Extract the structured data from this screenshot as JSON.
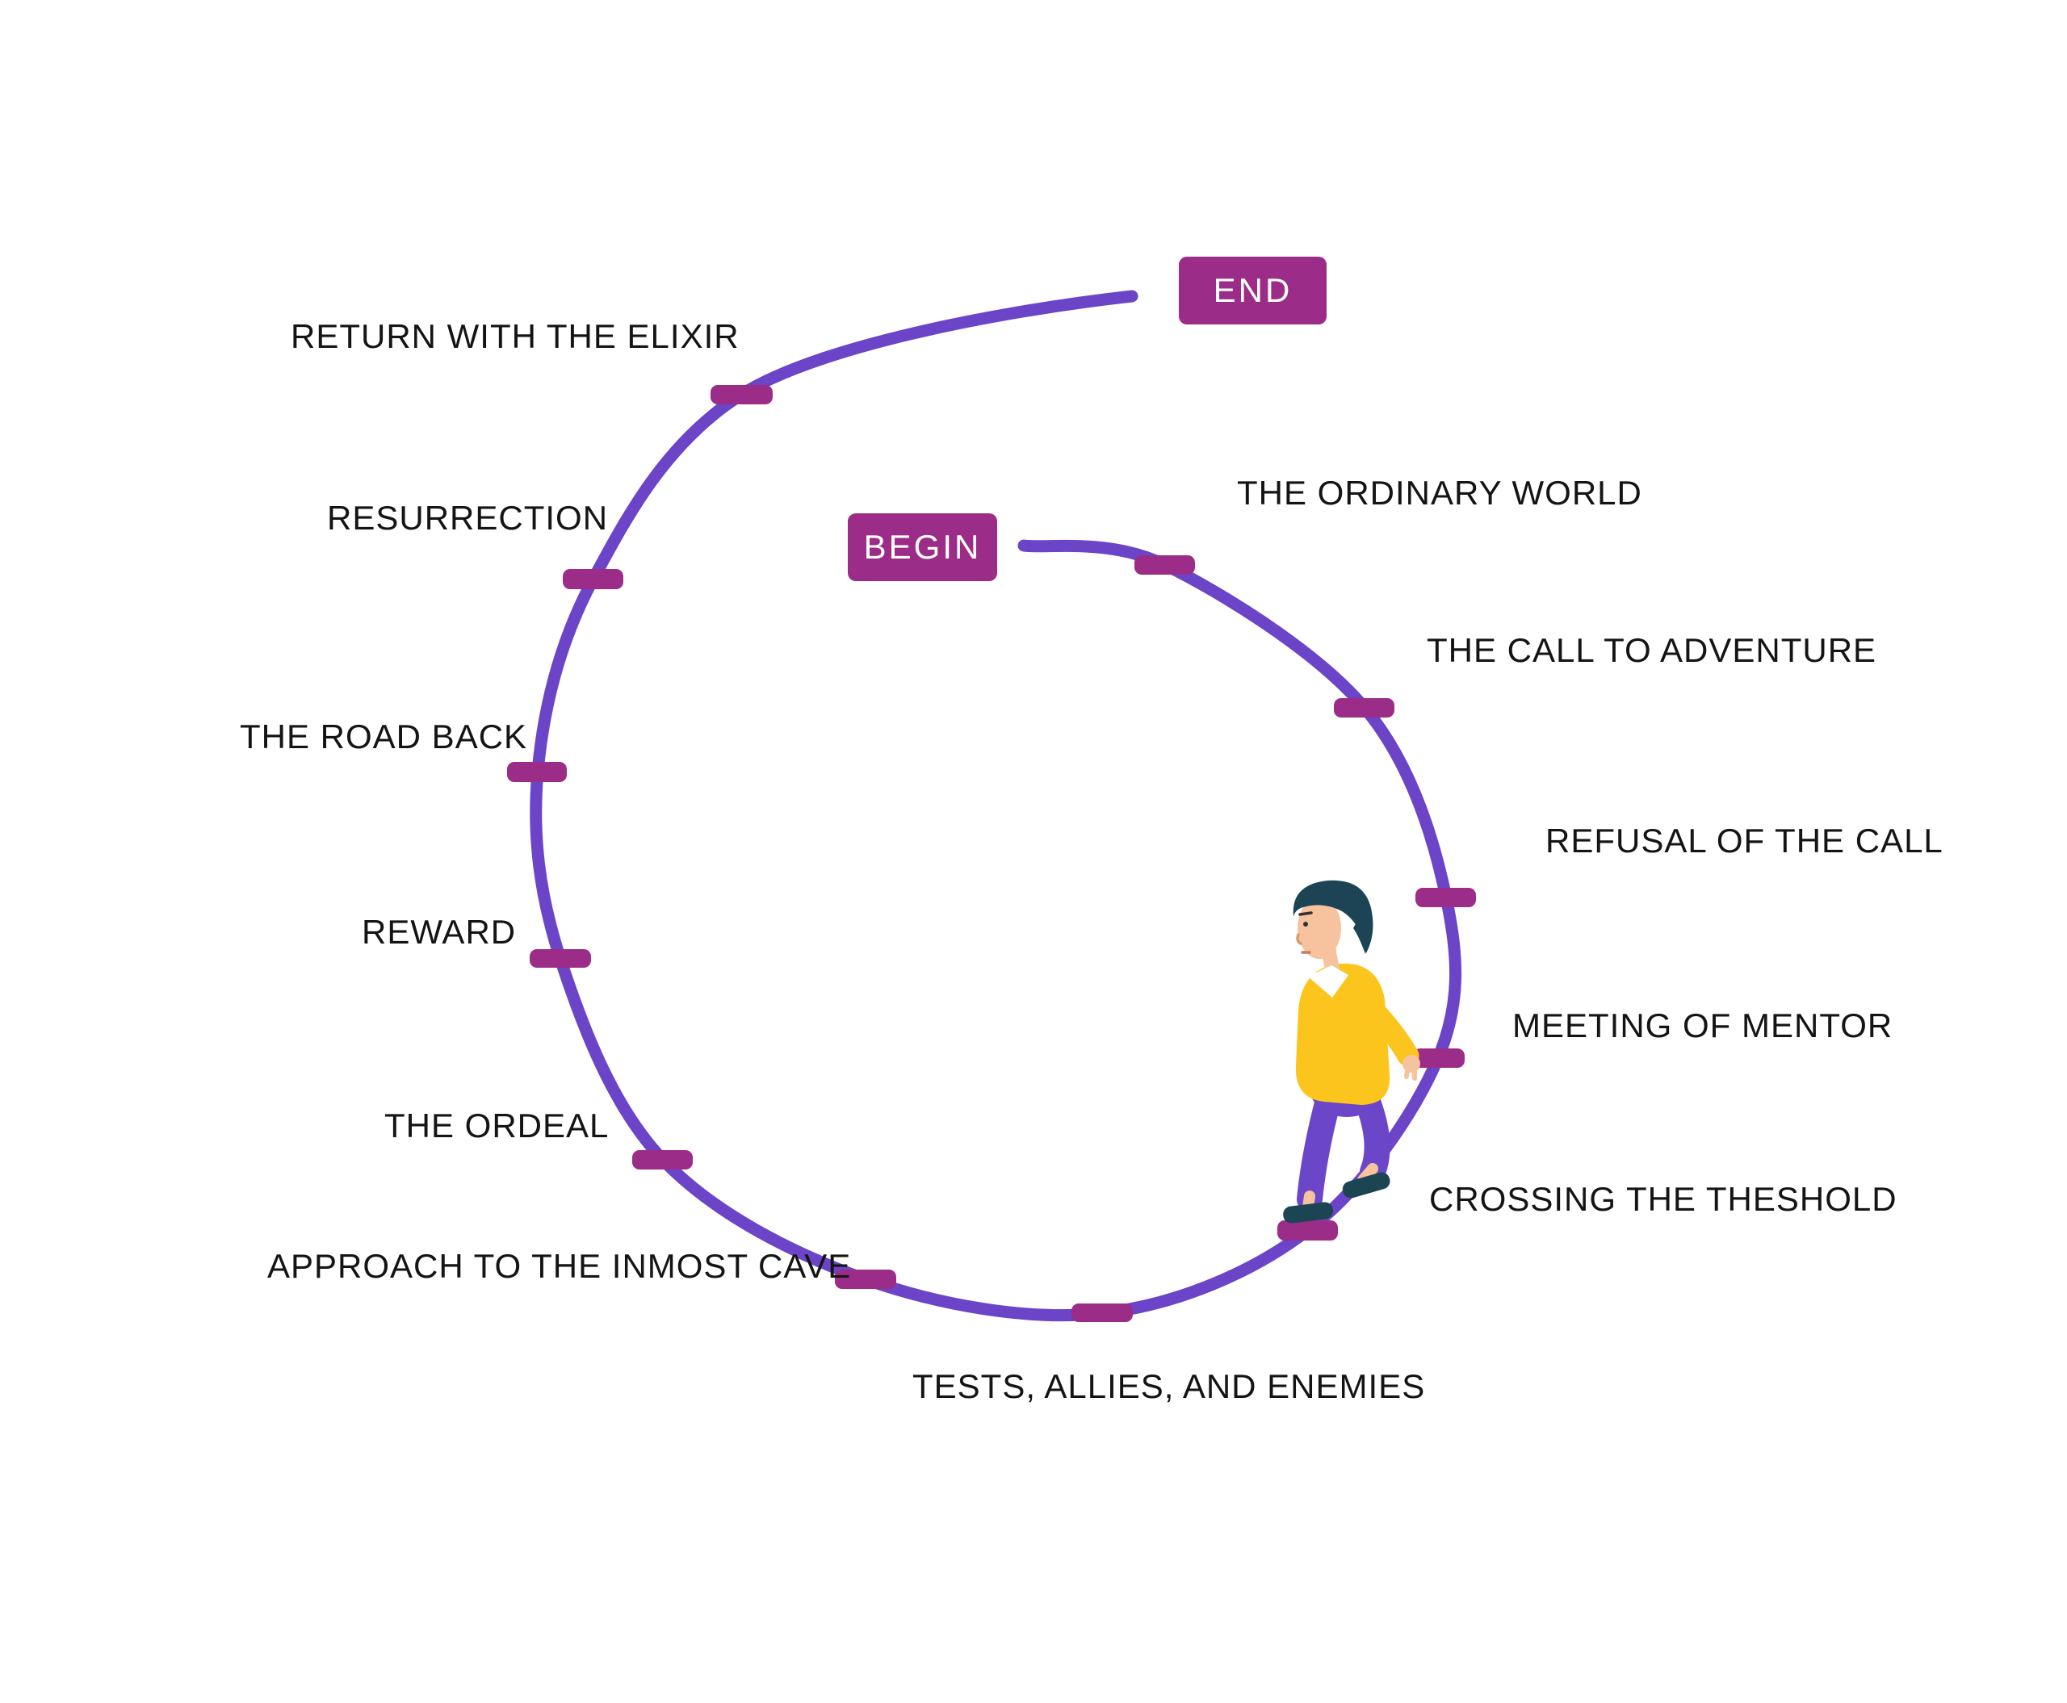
{
  "diagram": {
    "name": "heros-journey-cycle",
    "begin_label": "BEGIN",
    "end_label": "END",
    "stages": [
      {
        "label": "THE ORDINARY WORLD"
      },
      {
        "label": "THE CALL TO ADVENTURE"
      },
      {
        "label": "REFUSAL OF THE CALL"
      },
      {
        "label": "MEETING OF MENTOR"
      },
      {
        "label": "CROSSING THE THESHOLD"
      },
      {
        "label": "TESTS, ALLIES, AND ENEMIES"
      },
      {
        "label": "APPROACH TO THE INMOST CAVE"
      },
      {
        "label": "THE ORDEAL"
      },
      {
        "label": "REWARD"
      },
      {
        "label": "THE ROAD BACK"
      },
      {
        "label": "RESURRECTION"
      },
      {
        "label": "RETURN WITH THE ELIXIR"
      }
    ],
    "illustration": "walking-person",
    "colors": {
      "curve": "#6B44C8",
      "marker": "#9B2C87",
      "label_text": "#141414",
      "button_bg": "#9B2C87",
      "button_text": "#FFFFFF",
      "bg": "#FFFFFF",
      "person_sweater": "#FBC51D",
      "person_pants": "#6B46C9",
      "person_skin": "#F6C39E",
      "person_hair": "#1D4455",
      "person_shoe": "#1C4554",
      "person_collar": "#FFFFFF"
    }
  }
}
